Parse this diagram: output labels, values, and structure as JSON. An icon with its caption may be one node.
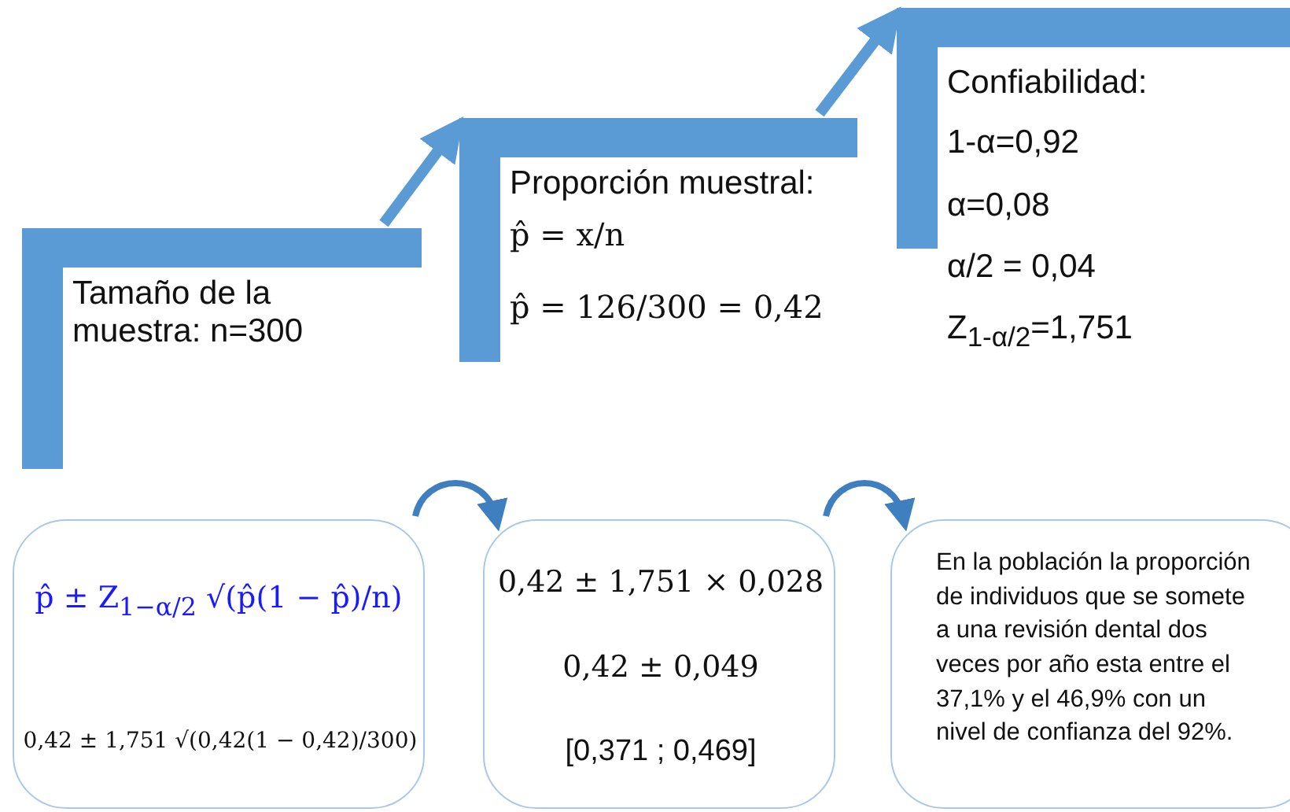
{
  "diagram": {
    "nodes": [
      {
        "text": [
          "Tamaño de la muestra: n=300"
        ]
      },
      {
        "text": [
          "Proporción muestral:",
          "p̂ = x/n",
          "p̂ = 126/300 = 0,42"
        ]
      },
      {
        "text": [
          "Confiabilidad:",
          "1-α=0,92",
          "α=0,08",
          "α/2 = 0,04",
          "Z$_{1-α/2}$=1,751"
        ]
      },
      {
        "text": [
          "p̂ ± Z$_{1−α/2}$ √(p̂(1 − p̂)/n)",
          "0,42 ± 1,751 √(0,42(1 − 0,42)/300)"
        ]
      },
      {
        "text": [
          "0,42 ± 1,751 × 0,028",
          "0,42 ± 0,049",
          "[0,371 ; 0,469]"
        ]
      },
      {
        "text": [
          "En la población la proporción de individuos que se somete a una revisión dental dos veces por año esta entre el 37,1% y el 46,9% con un nivel de confianza del 92%."
        ]
      }
    ],
    "edges": [
      {
        "from": 0,
        "to": 1,
        "arrow": "to"
      },
      {
        "from": 1,
        "to": 2,
        "arrow": "to"
      },
      {
        "from": 3,
        "to": 4,
        "arrow": "to"
      },
      {
        "from": 4,
        "to": 5,
        "arrow": "to"
      }
    ]
  }
}
